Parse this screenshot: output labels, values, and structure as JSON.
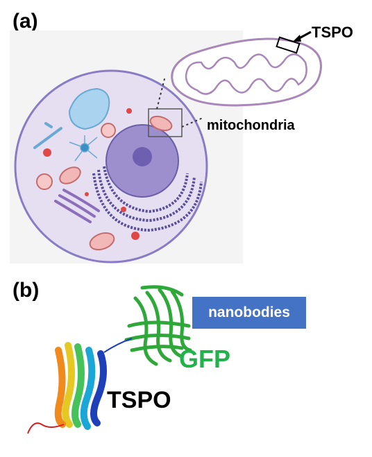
{
  "panel_a": {
    "label": "(a)",
    "tspo_callout": "TSPO",
    "mitochondria_callout": "mitochondria"
  },
  "panel_b": {
    "label": "(b)",
    "nanobodies_box": "nanobodies",
    "gfp_label": "GFP",
    "tspo_label": "TSPO"
  },
  "colors": {
    "cell_fill": "#e6dff2",
    "cell_stroke": "#8a7cc4",
    "mito_stroke": "#a987b8",
    "nucleus": "#8f7fc4",
    "er": "#5a4e9a",
    "nanobodies_bg": "#4472c4",
    "gfp_green": "#22b24b"
  }
}
